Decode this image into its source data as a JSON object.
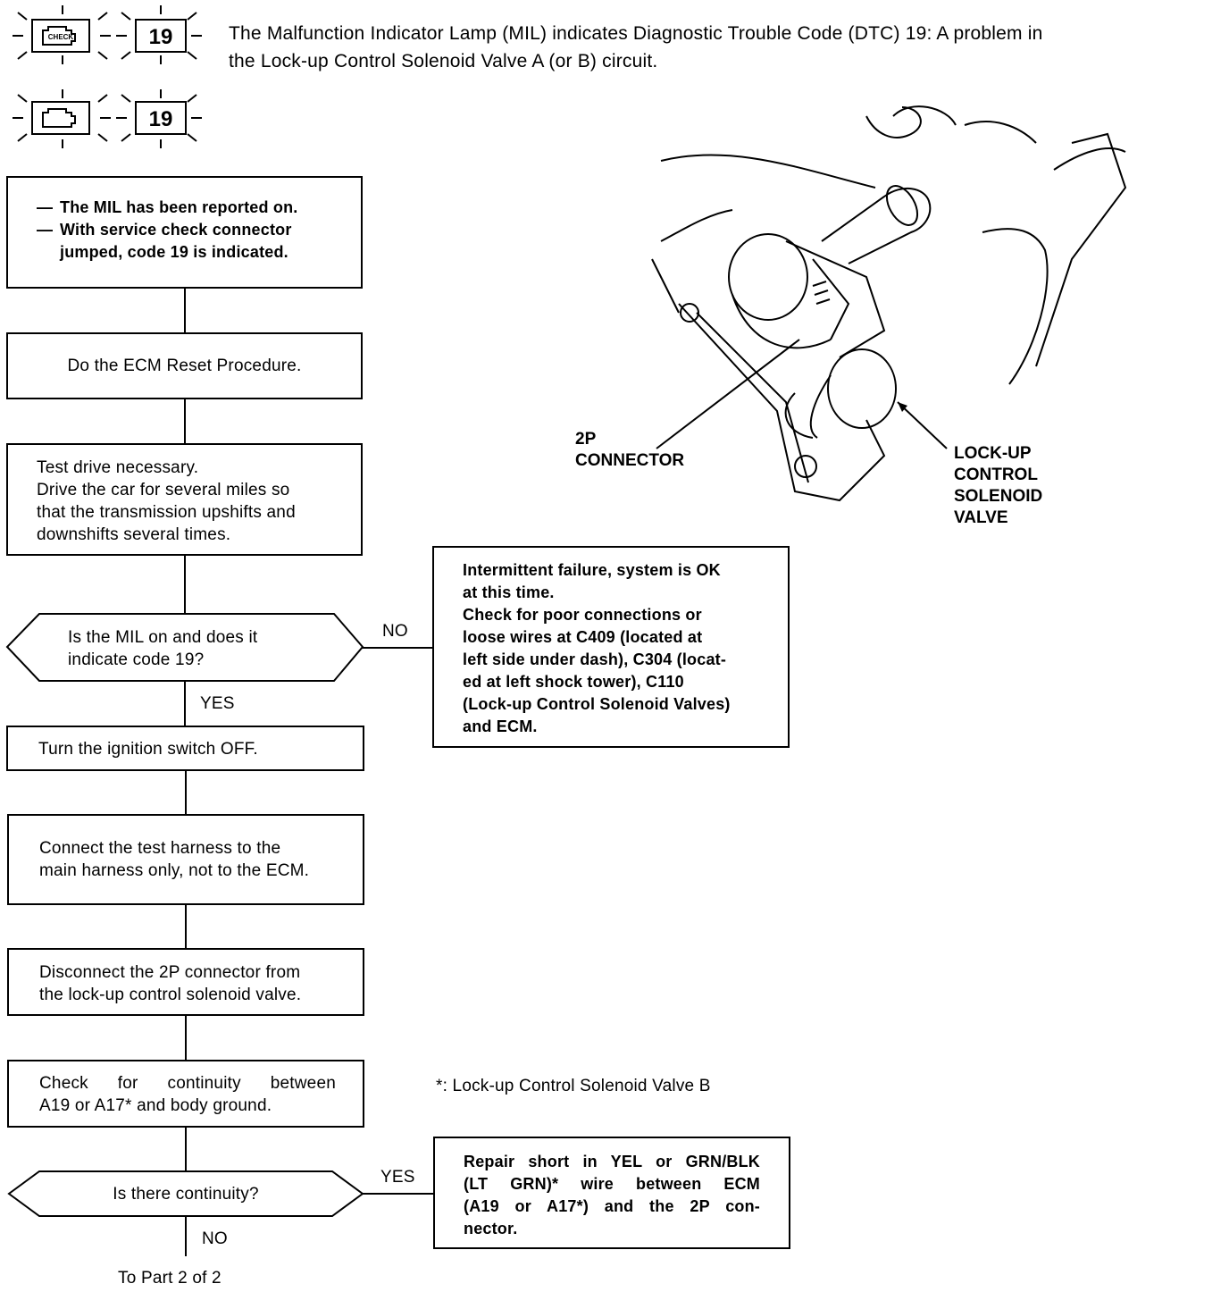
{
  "header": {
    "code_display_1": "19",
    "code_display_2": "19",
    "mil_icon_text": "CHECK",
    "description_line1": "The Malfunction Indicator Lamp (MIL) indicates Diagnostic Trouble Code (DTC) 19: A problem in",
    "description_line2": "the Lock-up Control Solenoid Valve A (or B) circuit."
  },
  "illustration": {
    "connector_label_line1": "2P",
    "connector_label_line2": "CONNECTOR",
    "valve_label_line1": "LOCK-UP",
    "valve_label_line2": "CONTROL",
    "valve_label_line3": "SOLENOID",
    "valve_label_line4": "VALVE"
  },
  "flow": {
    "step1": {
      "item1": "The MIL has been reported on.",
      "item2_line1": "With service check connector",
      "item2_line2": "jumped, code 19 is indicated."
    },
    "step2": "Do the ECM Reset Procedure.",
    "step3": {
      "line1": "Test drive necessary.",
      "line2": "Drive the car for several miles so",
      "line3": "that the transmission upshifts and",
      "line4": "downshifts several times."
    },
    "decision1": {
      "line1": "Is the MIL on and does it",
      "line2": "indicate code 19?",
      "no_label": "NO",
      "yes_label": "YES"
    },
    "intermittent": {
      "line1": "Intermittent failure, system is OK",
      "line2": "at this time.",
      "line3": "Check for poor connections or",
      "line4": "loose wires at C409 (located at",
      "line5": "left side under dash), C304 (locat-",
      "line6": "ed at left shock tower), C110",
      "line7": "(Lock-up Control Solenoid Valves)",
      "line8": "and ECM."
    },
    "step4": "Turn the ignition switch OFF.",
    "step5": {
      "line1": "Connect the test harness to the",
      "line2": "main harness only, not to the ECM."
    },
    "step6": {
      "line1": "Disconnect the 2P connector from",
      "line2": "the lock-up control solenoid valve."
    },
    "step7": {
      "line1": "Check for continuity between",
      "line2": "A19 or A17* and body ground."
    },
    "footnote": "*: Lock-up Control Solenoid Valve B",
    "decision2": {
      "text": "Is there continuity?",
      "yes_label": "YES",
      "no_label": "NO"
    },
    "repair": {
      "line1": "Repair short in YEL or GRN/BLK",
      "line2": "(LT GRN)* wire between ECM",
      "line3": "(A19 or A17*) and the 2P con-",
      "line4": "nector."
    },
    "next": "To Part 2 of 2"
  }
}
